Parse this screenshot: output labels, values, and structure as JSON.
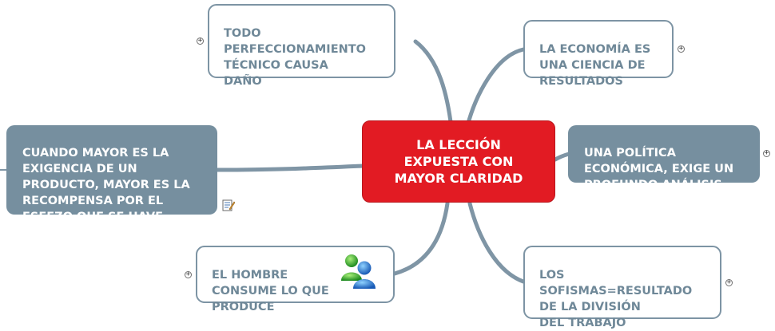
{
  "central": {
    "text": "LA LECCIÓN\nEXPUESTA CON\nMAYOR CLARIDAD"
  },
  "topics": [
    {
      "id": "top-left",
      "text": "TODO\nPERFECCIONAMIENTO\nTÉCNICO CAUSA\nDAÑO"
    },
    {
      "id": "top-right",
      "text": "LA ECONOMÍA ES\nUNA CIENCIA DE\nRESULTADOS"
    },
    {
      "id": "mid-left",
      "text": "CUANDO MAYOR ES LA\nEXIGENCIA DE UN\nPRODUCTO, MAYOR ES LA\nRECOMPENSA POR EL\nESFEZO QUE SE HAVE"
    },
    {
      "id": "mid-right",
      "text": "UNA POLÍTICA\nECONÓMICA, EXIGE UN\nPROFUNDO ANÁLISIS."
    },
    {
      "id": "bottom-left",
      "text": "EL HOMBRE\nCONSUME LO QUE\nPRODUCE"
    },
    {
      "id": "bottom-right",
      "text": "LOS\nSOFISMAS=RESULTADO\nDE LA DIVISIÓN\nDEL TRABAJO"
    }
  ],
  "expander_symbol": "+",
  "icons": {
    "note": "note-icon",
    "users": "users-icon"
  },
  "colors": {
    "central_fill": "#e21b23",
    "topic_fill": "#768f9f",
    "topic_outline": "#7d94a4",
    "topic_text": "#6f8898",
    "connector": "#7f95a5"
  }
}
